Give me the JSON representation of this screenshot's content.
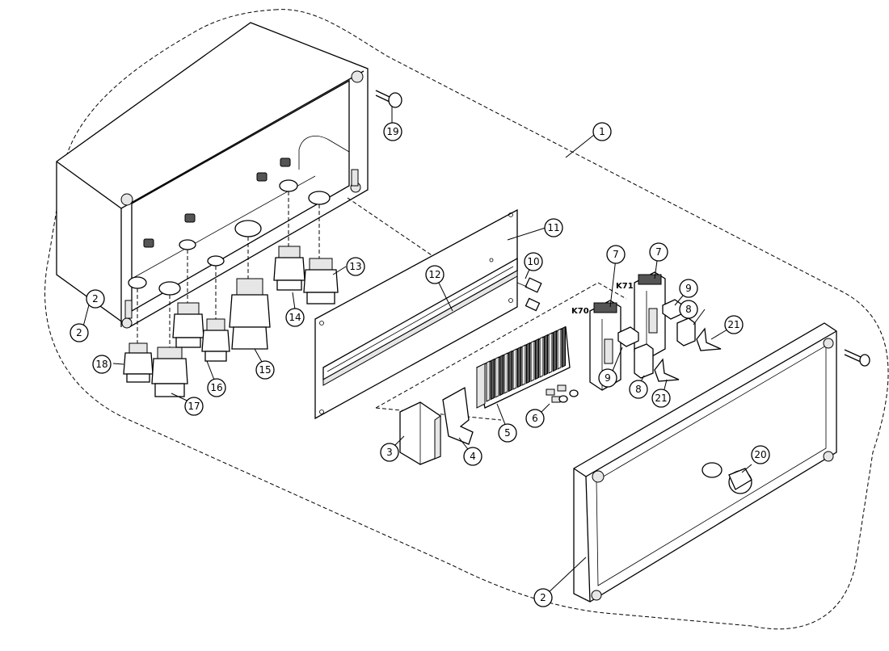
{
  "diagram": {
    "part_numbers": [
      "1",
      "2",
      "2",
      "2",
      "3",
      "4",
      "5",
      "6",
      "7",
      "7",
      "8",
      "8",
      "9",
      "9",
      "10",
      "11",
      "12",
      "13",
      "14",
      "15",
      "16",
      "17",
      "18",
      "19",
      "20",
      "21",
      "21"
    ],
    "relay_labels": {
      "k70": "K70",
      "k71": "K71"
    }
  }
}
